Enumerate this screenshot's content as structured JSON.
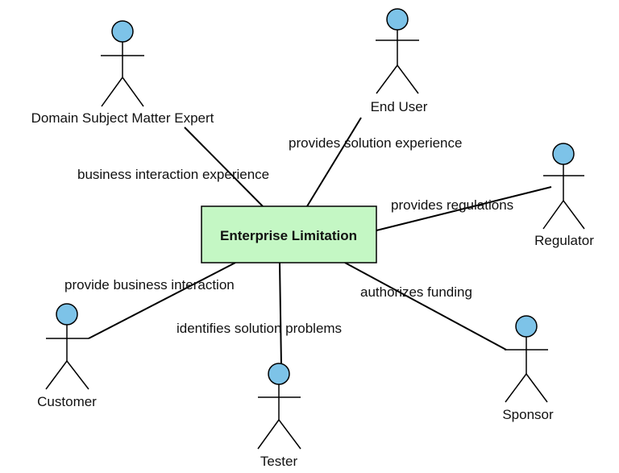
{
  "colors": {
    "actor_head": "#7dc3e8",
    "center_fill": "#c4f7c4",
    "line": "#000000"
  },
  "center": {
    "label": "Enterprise Limitation"
  },
  "actors": [
    {
      "id": "domain-sme",
      "label": "Domain Subject Matter Expert"
    },
    {
      "id": "end-user",
      "label": "End User"
    },
    {
      "id": "regulator",
      "label": "Regulator"
    },
    {
      "id": "sponsor",
      "label": "Sponsor"
    },
    {
      "id": "tester",
      "label": "Tester"
    },
    {
      "id": "customer",
      "label": "Customer"
    }
  ],
  "relations": [
    {
      "actor": "domain-sme",
      "label": "business interaction experience"
    },
    {
      "actor": "end-user",
      "label": "provides solution experience"
    },
    {
      "actor": "regulator",
      "label": "provides regulations"
    },
    {
      "actor": "sponsor",
      "label": "authorizes funding"
    },
    {
      "actor": "tester",
      "label": "identifies solution problems"
    },
    {
      "actor": "customer",
      "label": "provide business interaction"
    }
  ]
}
